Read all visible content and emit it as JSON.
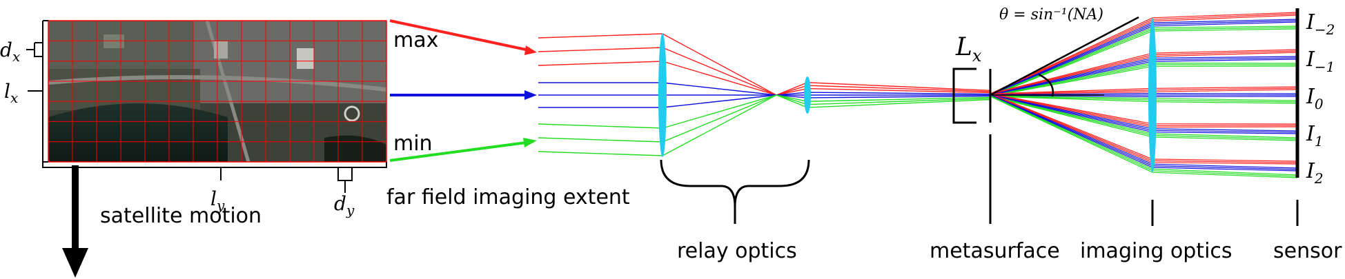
{
  "scene": {
    "labels": {
      "max": "max",
      "min": "min",
      "far_field": "far field imaging extent",
      "satellite_motion": "satellite motion",
      "relay_optics": "relay optics",
      "metasurface": "metasurface",
      "imaging_optics": "imaging optics",
      "sensor": "sensor",
      "theta_formula": "θ = sin⁻¹(NA)"
    },
    "symbols": {
      "dx": {
        "base": "d",
        "sub": "x"
      },
      "lx": {
        "base": "l",
        "sub": "x"
      },
      "ly": {
        "base": "l",
        "sub": "y"
      },
      "dy": {
        "base": "d",
        "sub": "y"
      },
      "Lx": {
        "base": "L",
        "sub": "x"
      }
    },
    "orders": [
      {
        "base": "I",
        "sub": "−2"
      },
      {
        "base": "I",
        "sub": "−1"
      },
      {
        "base": "I",
        "sub": "0"
      },
      {
        "base": "I",
        "sub": "1"
      },
      {
        "base": "I",
        "sub": "2"
      }
    ],
    "colors": {
      "max": "#ff2020",
      "center": "#1010dd",
      "min": "#22dd22",
      "lens": "#22ccee",
      "grid": "#ff0000",
      "ink": "#000000"
    }
  }
}
